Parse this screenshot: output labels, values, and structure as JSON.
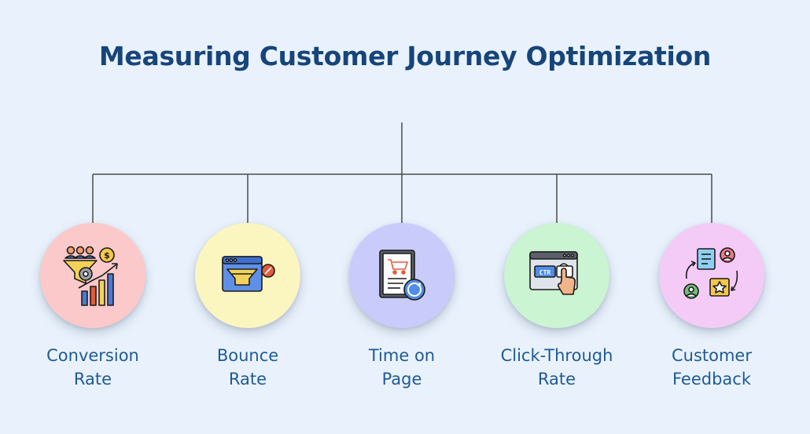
{
  "title": "Measuring Customer Journey Optimization",
  "colors": {
    "background": "#e9f2fc",
    "title": "#17457a",
    "label": "#1f5a95",
    "connector": "#4a4a4a"
  },
  "metrics": [
    {
      "line1": "Conversion",
      "line2": "Rate",
      "color": "#fbc9c9",
      "icon": "funnel-chart-icon"
    },
    {
      "line1": "Bounce",
      "line2": "Rate",
      "color": "#fbf6c0",
      "icon": "browser-bounce-icon"
    },
    {
      "line1": "Time on",
      "line2": "Page",
      "color": "#c9cbfa",
      "icon": "cart-timer-icon"
    },
    {
      "line1": "Click-Through",
      "line2": "Rate",
      "color": "#caf4d2",
      "icon": "ctr-click-icon"
    },
    {
      "line1": "Customer",
      "line2": "Feedback",
      "color": "#f4cbf7",
      "icon": "feedback-cycle-icon"
    }
  ]
}
